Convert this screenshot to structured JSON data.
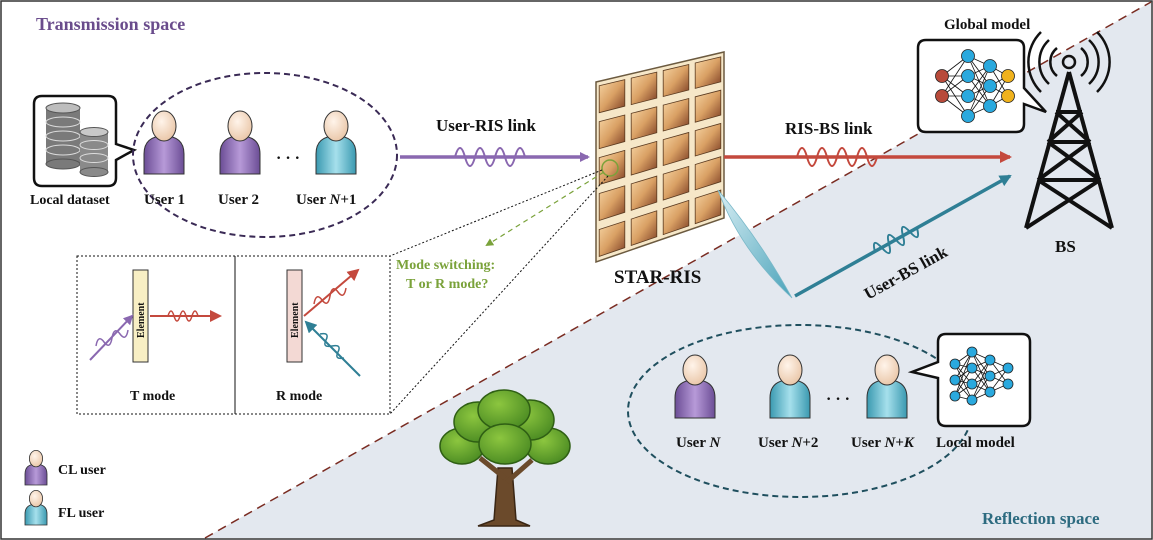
{
  "spaces": {
    "transmission": "Transmission space",
    "reflection": "Reflection space"
  },
  "colors": {
    "transmission_bg": "#ffffff",
    "reflection_bg": "#e3e8ef",
    "purple": "#8a68b0",
    "red": "#c4493d",
    "teal": "#2f7f95",
    "title_purple": "#6a4c8c",
    "title_teal": "#2d6b80",
    "mode_green": "#7aa23a"
  },
  "transmission_group": {
    "dataset_label": "Local dataset",
    "users": [
      {
        "prefix": "User ",
        "italic": "",
        "suffix": "1",
        "type": "CL"
      },
      {
        "prefix": "User ",
        "italic": "",
        "suffix": "2",
        "type": "CL"
      },
      {
        "prefix": "User ",
        "italic": "N",
        "suffix": "+1",
        "type": "FL"
      }
    ],
    "ellipsis": "· · ·"
  },
  "reflection_group": {
    "users": [
      {
        "prefix": "User ",
        "italic": "N",
        "suffix": "",
        "type": "CL"
      },
      {
        "prefix": "User ",
        "italic": "N",
        "suffix": "+2",
        "type": "FL"
      },
      {
        "prefix": "User ",
        "italic": "N+K",
        "suffix": "",
        "type": "FL"
      }
    ],
    "ellipsis": "· · ·",
    "model_label": "Local model"
  },
  "links": {
    "user_ris": "User-RIS link",
    "ris_bs": "RIS-BS link",
    "user_bs": "User-BS link"
  },
  "ris_label": "STAR-RIS",
  "bs_label": "BS",
  "global_model_label": "Global model",
  "mode_switch": {
    "line1": "Mode switching:",
    "line2": "T or R mode?"
  },
  "modes": {
    "t_label": "T mode",
    "r_label": "R mode",
    "element_label": "Element"
  },
  "legend": {
    "cl": "CL user",
    "fl": "FL user"
  }
}
